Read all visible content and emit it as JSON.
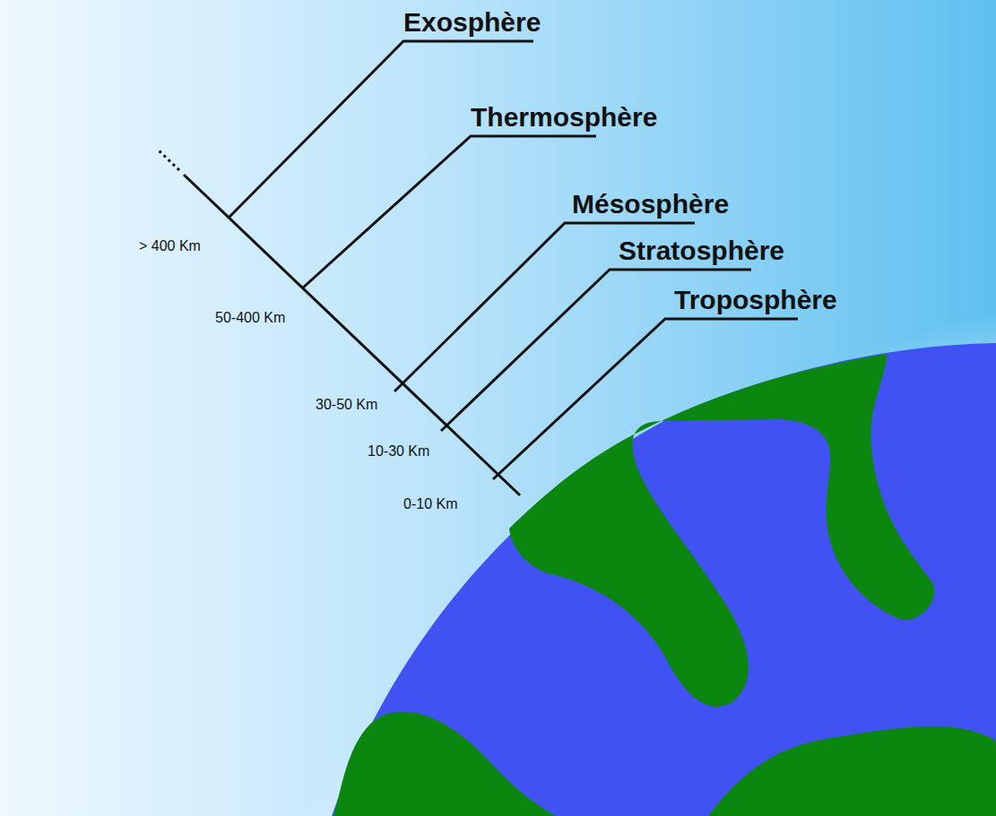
{
  "diagram": {
    "labels": [
      "Exosphère",
      "Thermosphère",
      "Mésosphère",
      "Stratosphère",
      "Troposphère",
      "> 400 Km",
      "50-400 Km",
      "30-50 Km",
      "10-30 Km",
      "0-10 Km"
    ]
  }
}
